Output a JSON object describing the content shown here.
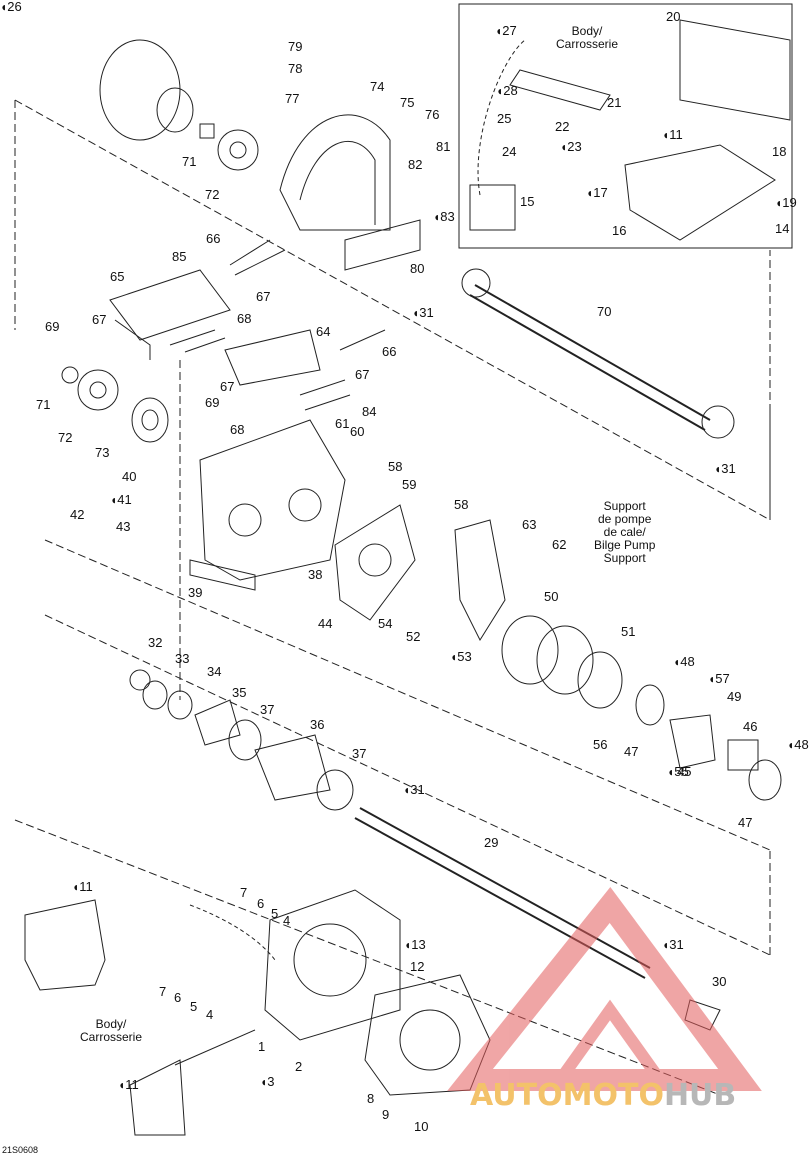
{
  "diagram": {
    "figure_ref": "21S0608",
    "notes": {
      "body_inset": "Body/\nCarrosserie",
      "body_lower": "Body/\nCarrosserie",
      "bilge_support": "Support\nde pompe\nde cale/\nBilge Pump\nSupport"
    },
    "drop_symbol": "💧",
    "callouts": [
      "79",
      "78",
      "77",
      "74",
      "75",
      "76",
      "71",
      "72",
      "81",
      "82",
      "83",
      "66",
      "85",
      "65",
      "67",
      "80",
      "69",
      "67",
      "68",
      "64",
      "66",
      "70",
      "31",
      "71",
      "67",
      "69",
      "68",
      "84",
      "61",
      "60",
      "72",
      "73",
      "67",
      "31",
      "40",
      "41",
      "42",
      "43",
      "58",
      "59",
      "39",
      "38",
      "58",
      "63",
      "62",
      "44",
      "54",
      "52",
      "53",
      "50",
      "51",
      "32",
      "33",
      "34",
      "35",
      "37",
      "36",
      "37",
      "48",
      "57",
      "49",
      "46",
      "48",
      "56",
      "47",
      "55",
      "45",
      "47",
      "31",
      "29",
      "11",
      "7",
      "6",
      "5",
      "4",
      "13",
      "12",
      "7",
      "6",
      "5",
      "4",
      "1",
      "2",
      "3",
      "8",
      "9",
      "10",
      "11",
      "31",
      "30",
      "27",
      "28",
      "25",
      "24",
      "22",
      "23",
      "21",
      "20",
      "11",
      "18",
      "17",
      "19",
      "16",
      "14",
      "15",
      "26"
    ]
  },
  "watermark": {
    "text_a": "AUTOMOTO",
    "text_b": "HUB",
    "color_a": "#f3c26a",
    "color_b": "#b7b7b7",
    "triangle_color": "#e35d5d"
  }
}
